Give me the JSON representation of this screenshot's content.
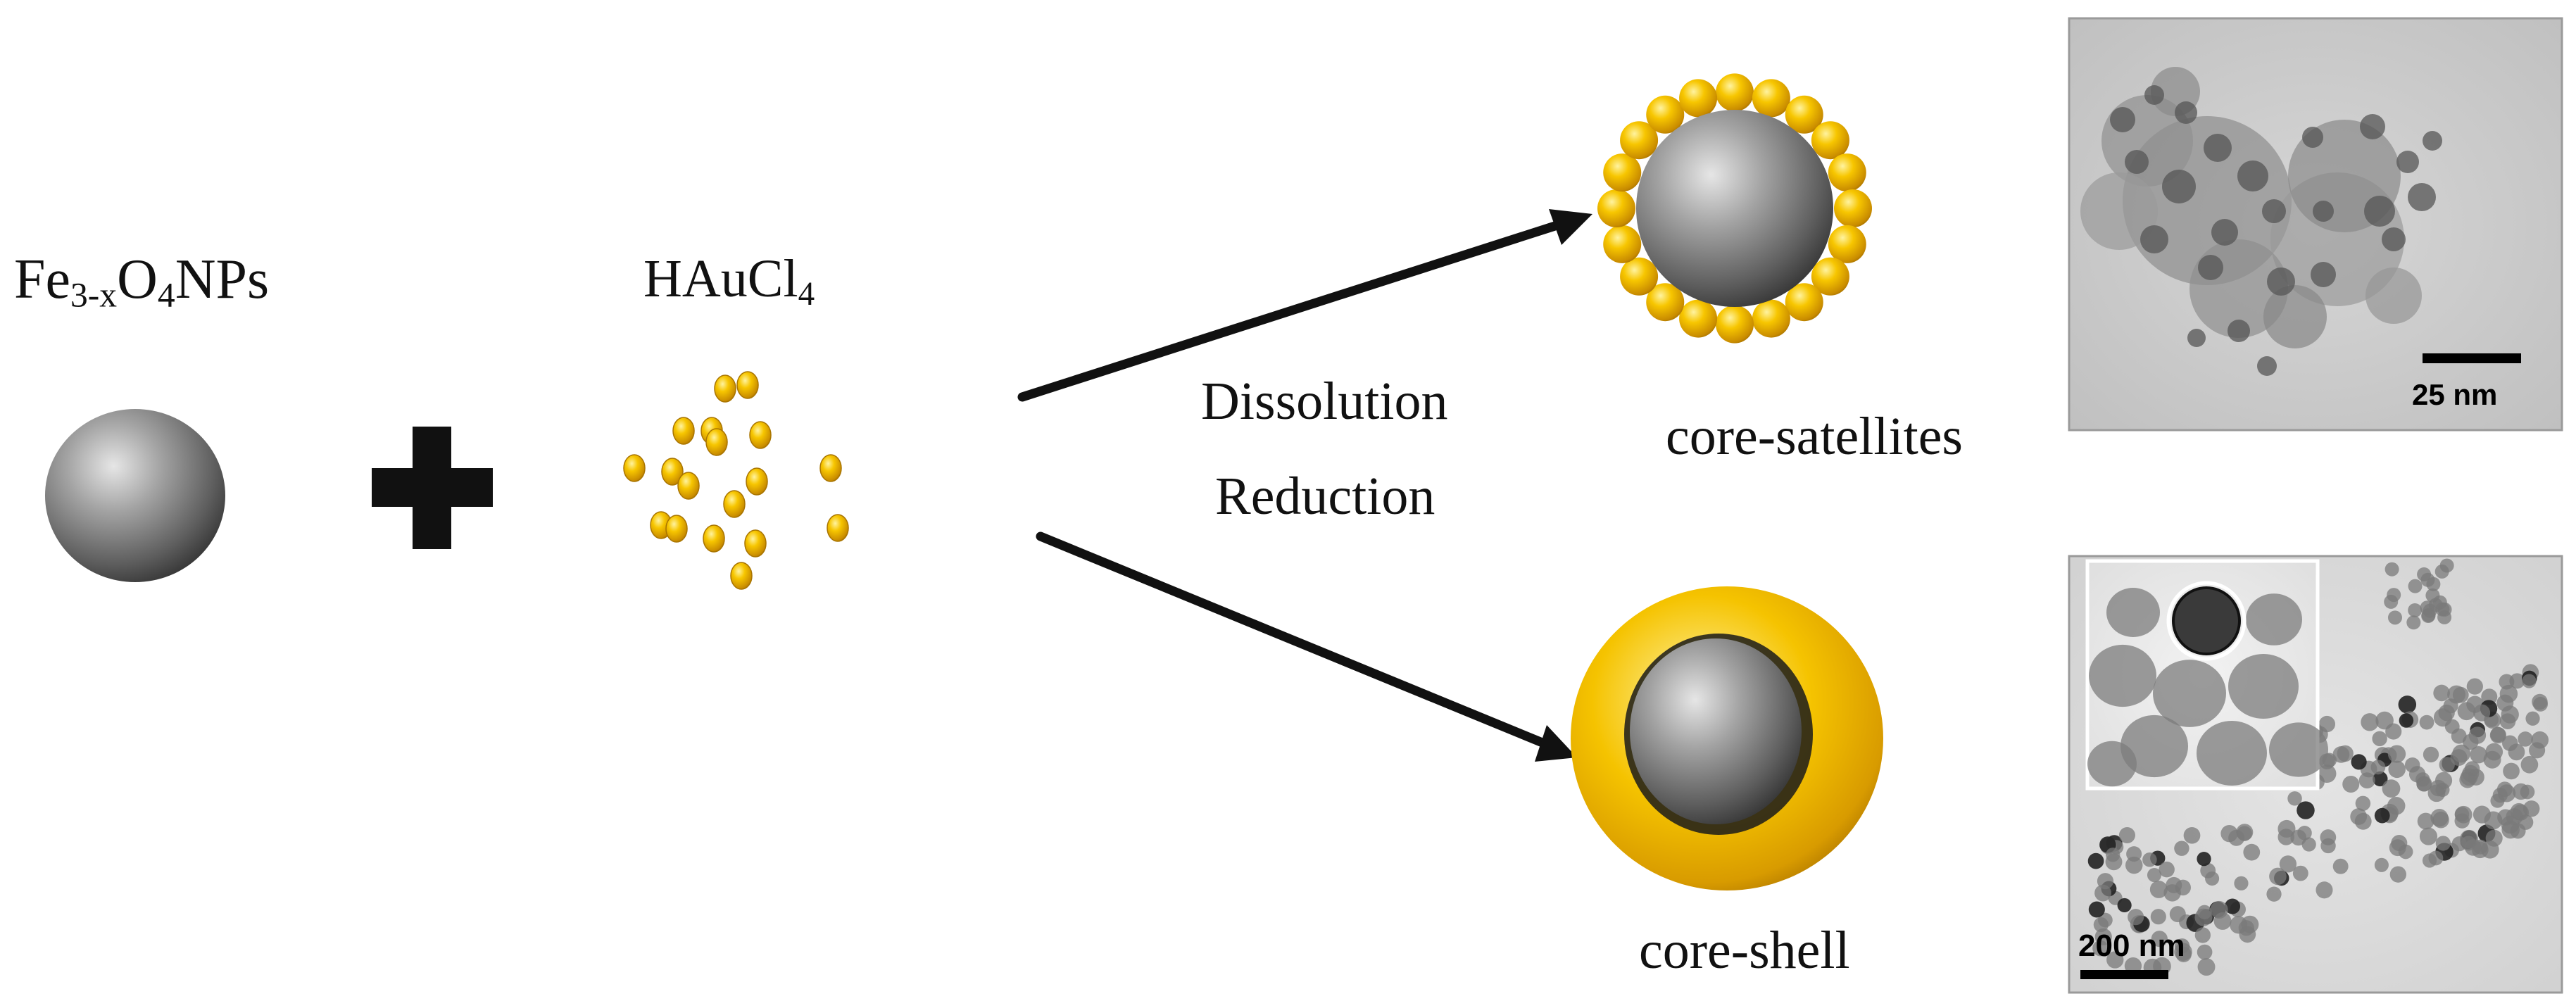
{
  "reactants": {
    "fe_label_main": "Fe",
    "fe_label_sub1": "3-x",
    "fe_label_mid": "O",
    "fe_label_sub2": "4",
    "fe_label_suffix": "NPs",
    "au_label_main": "HAuCl",
    "au_label_sub": "4"
  },
  "process": {
    "step1": "Dissolution",
    "step2": "Reduction"
  },
  "products": {
    "top_label": "core-satellites",
    "bottom_label": "core-shell"
  },
  "micrographs": {
    "top_scale": "25 nm",
    "bottom_scale": "200 nm"
  },
  "colors": {
    "gold": "#f0b800",
    "gold_dark": "#b07a00",
    "core_gray": "#6a6a6a",
    "arrow": "#111111"
  }
}
